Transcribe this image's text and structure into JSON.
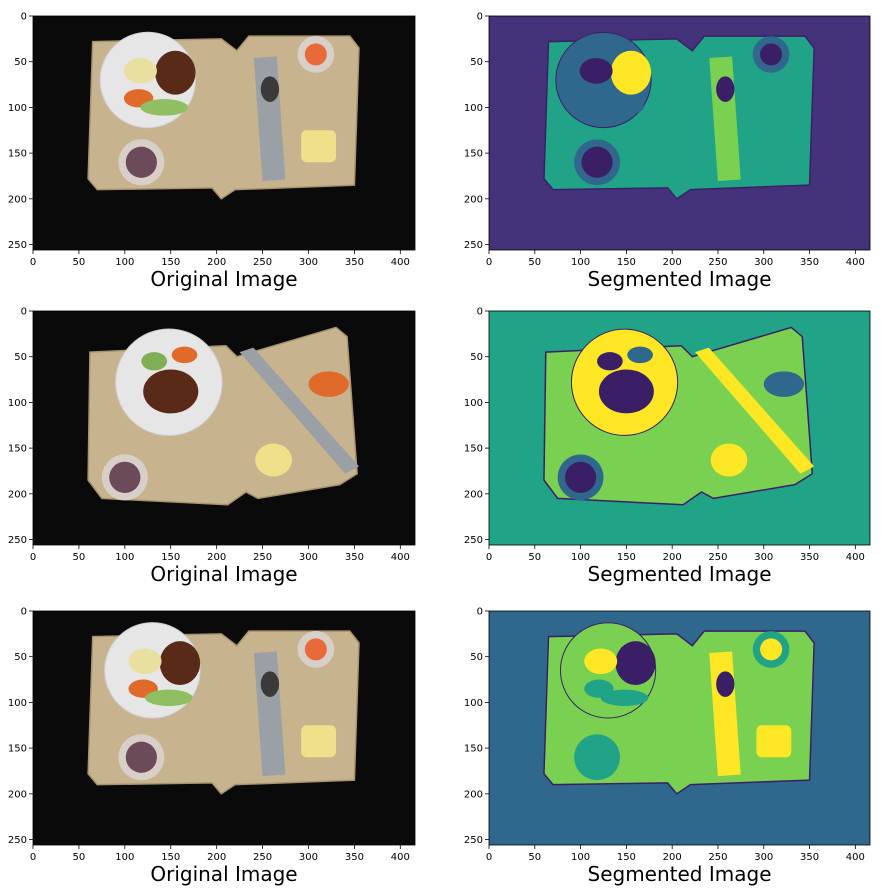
{
  "figure": {
    "x_ticks": [
      "0",
      "50",
      "100",
      "150",
      "200",
      "250",
      "300",
      "350",
      "400"
    ],
    "y_ticks": [
      "0",
      "50",
      "100",
      "150",
      "200",
      "250"
    ],
    "panels": [
      {
        "caption": "Original Image"
      },
      {
        "caption": "Segmented Image"
      },
      {
        "caption": "Original Image"
      },
      {
        "caption": "Segmented Image"
      },
      {
        "caption": "Original Image"
      },
      {
        "caption": "Segmented Image"
      }
    ]
  },
  "colors": {
    "tray": "#c8b38f",
    "plate": "#e6e6e6",
    "background_photo": "#0a0a0a",
    "viridis_purple": "#44337a",
    "viridis_blue": "#30678d",
    "viridis_teal": "#20a386",
    "viridis_green": "#7ad151",
    "viridis_yellow": "#fde725",
    "viridis_dark": "#3b1f66"
  }
}
